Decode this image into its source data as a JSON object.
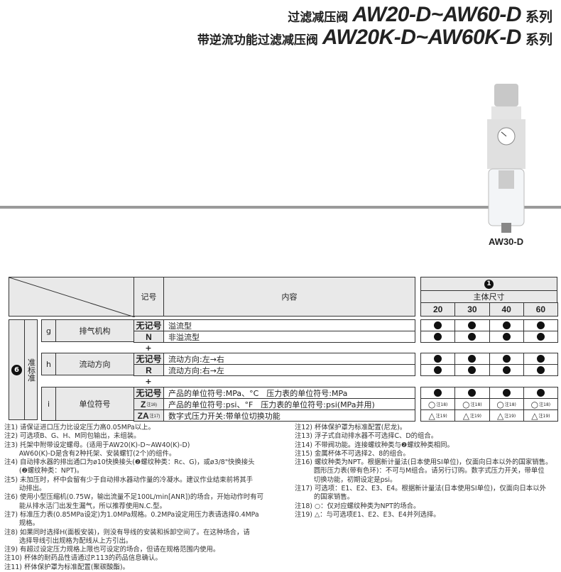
{
  "title": {
    "line1_cn": "过滤减压阀",
    "line1_model": "AW20-D~AW60-D",
    "line1_suffix": "系列",
    "line2_cn": "带逆流功能过滤减压阀",
    "line2_model": "AW20K-D~AW60K-D",
    "line2_suffix": "系列"
  },
  "product": {
    "label": "AW30-D"
  },
  "table": {
    "header": {
      "code": "记号",
      "content": "内容",
      "group_num": "1",
      "body_size": "主体尺寸",
      "sizes": [
        "20",
        "30",
        "40",
        "60"
      ]
    },
    "section": {
      "num": "6",
      "label": "准标准"
    },
    "groups": [
      {
        "letter": "g",
        "name": "排气机构",
        "rows": [
          {
            "code": "无记号",
            "note": "",
            "content": "溢流型",
            "marks": [
              "●",
              "●",
              "●",
              "●"
            ],
            "mark_note": ""
          },
          {
            "code": "N",
            "note": "",
            "content": "非溢流型",
            "marks": [
              "●",
              "●",
              "●",
              "●"
            ],
            "mark_note": ""
          }
        ]
      },
      {
        "letter": "h",
        "name": "流动方向",
        "rows": [
          {
            "code": "无记号",
            "note": "",
            "content": "流动方向:左→右",
            "marks": [
              "●",
              "●",
              "●",
              "●"
            ],
            "mark_note": ""
          },
          {
            "code": "R",
            "note": "",
            "content": "流动方向:右→左",
            "marks": [
              "●",
              "●",
              "●",
              "●"
            ],
            "mark_note": ""
          }
        ]
      },
      {
        "letter": "i",
        "name": "单位符号",
        "rows": [
          {
            "code": "无记号",
            "note": "",
            "content": "产品的单位符号:MPa、°C　压力表的单位符号:MPa",
            "marks": [
              "●",
              "●",
              "●",
              "●"
            ],
            "mark_note": ""
          },
          {
            "code": "Z",
            "note": "注16)",
            "content": "产品的单位符号:psi、°F　压力表的单位符号:psi(MPa并用)",
            "marks": [
              "○",
              "○",
              "○",
              "○"
            ],
            "mark_note": "注18)"
          },
          {
            "code": "ZA",
            "note": "注17)",
            "content": "数字式压力开关:带单位切换功能",
            "marks": [
              "△",
              "△",
              "△",
              "△"
            ],
            "mark_note": "注19)"
          }
        ]
      }
    ],
    "plus": "+"
  },
  "notes_left": [
    "注1) 请保证进口压力比设定压力高0.05MPa以上。",
    "注2) 可选项B、G、H、M同包输出，未组装。",
    "注3) 托架中附带设定螺母。(适用于AW20(K)-D~AW40(K)-D)",
    "       AW60(K)-D是含有2种托架、安装螺钉(2个)的组件。",
    "注4) 自动排水器的排出通口为ø10快换接头(❷螺纹种类：Rc、G)，或ø3/8\"快换接头",
    "       (❷螺纹种类：NPT)。",
    "注5) 未加压时，杯中会留有少于自动排水器动作量的冷凝水。建议作业结束前将其手",
    "       动排出。",
    "注6) 使用小型压缩机(0.75W，输出流量不足100L/min[ANR])的场合，开始动作时有可",
    "       能从排水活门出发生漏气，所以推荐使用N.C.型。",
    "注7) 标准压力表(0.85MPa设定)为1.0MPa规格。0.2MPa设定用压力表请选择0.4MPa",
    "       规格。",
    "注8) 如果同时选择H(面板安装)，则没有导线的安装和拆卸空间了。在这种场合，请",
    "       选择导线引出规格为配线从上方引出。",
    "注9) 有超过设定压力规格上限也可设定的场合，但请在规格范围内使用。",
    "注10) 杯体的耐药品性请通过P.113的药品信息确认。",
    "注11) 杯体保护罩为标准配置(聚碳酸酯)。"
  ],
  "notes_right": [
    "注12) 杯体保护罩为标准配置(尼龙)。",
    "注13) 浮子式自动排水器不可选择C、D的组合。",
    "注14) 不带阀功能。连接螺纹种类与❷螺纹种类相同。",
    "注15) 金属杯体不可选择2、8的组合。",
    "注16) 螺纹种类为NPT。根据新计量法(日本使用SI单位)，仅面向日本以外的国家销售。",
    "         圆形压力表(带有色环)：不可与M组合。请另行订购。数字式压力开关，带单位",
    "         切换功能，初期设定是psi。",
    "注17) 可选项：E1、E2、E3、E4。根据新计量法(日本使用SI单位)，仅面向日本以外",
    "         的国家销售。",
    "注18) ○：仅对应螺纹种类为NPT的场合。",
    "注19) △：与可选项E1、E2、E3、E4并列选择。"
  ]
}
